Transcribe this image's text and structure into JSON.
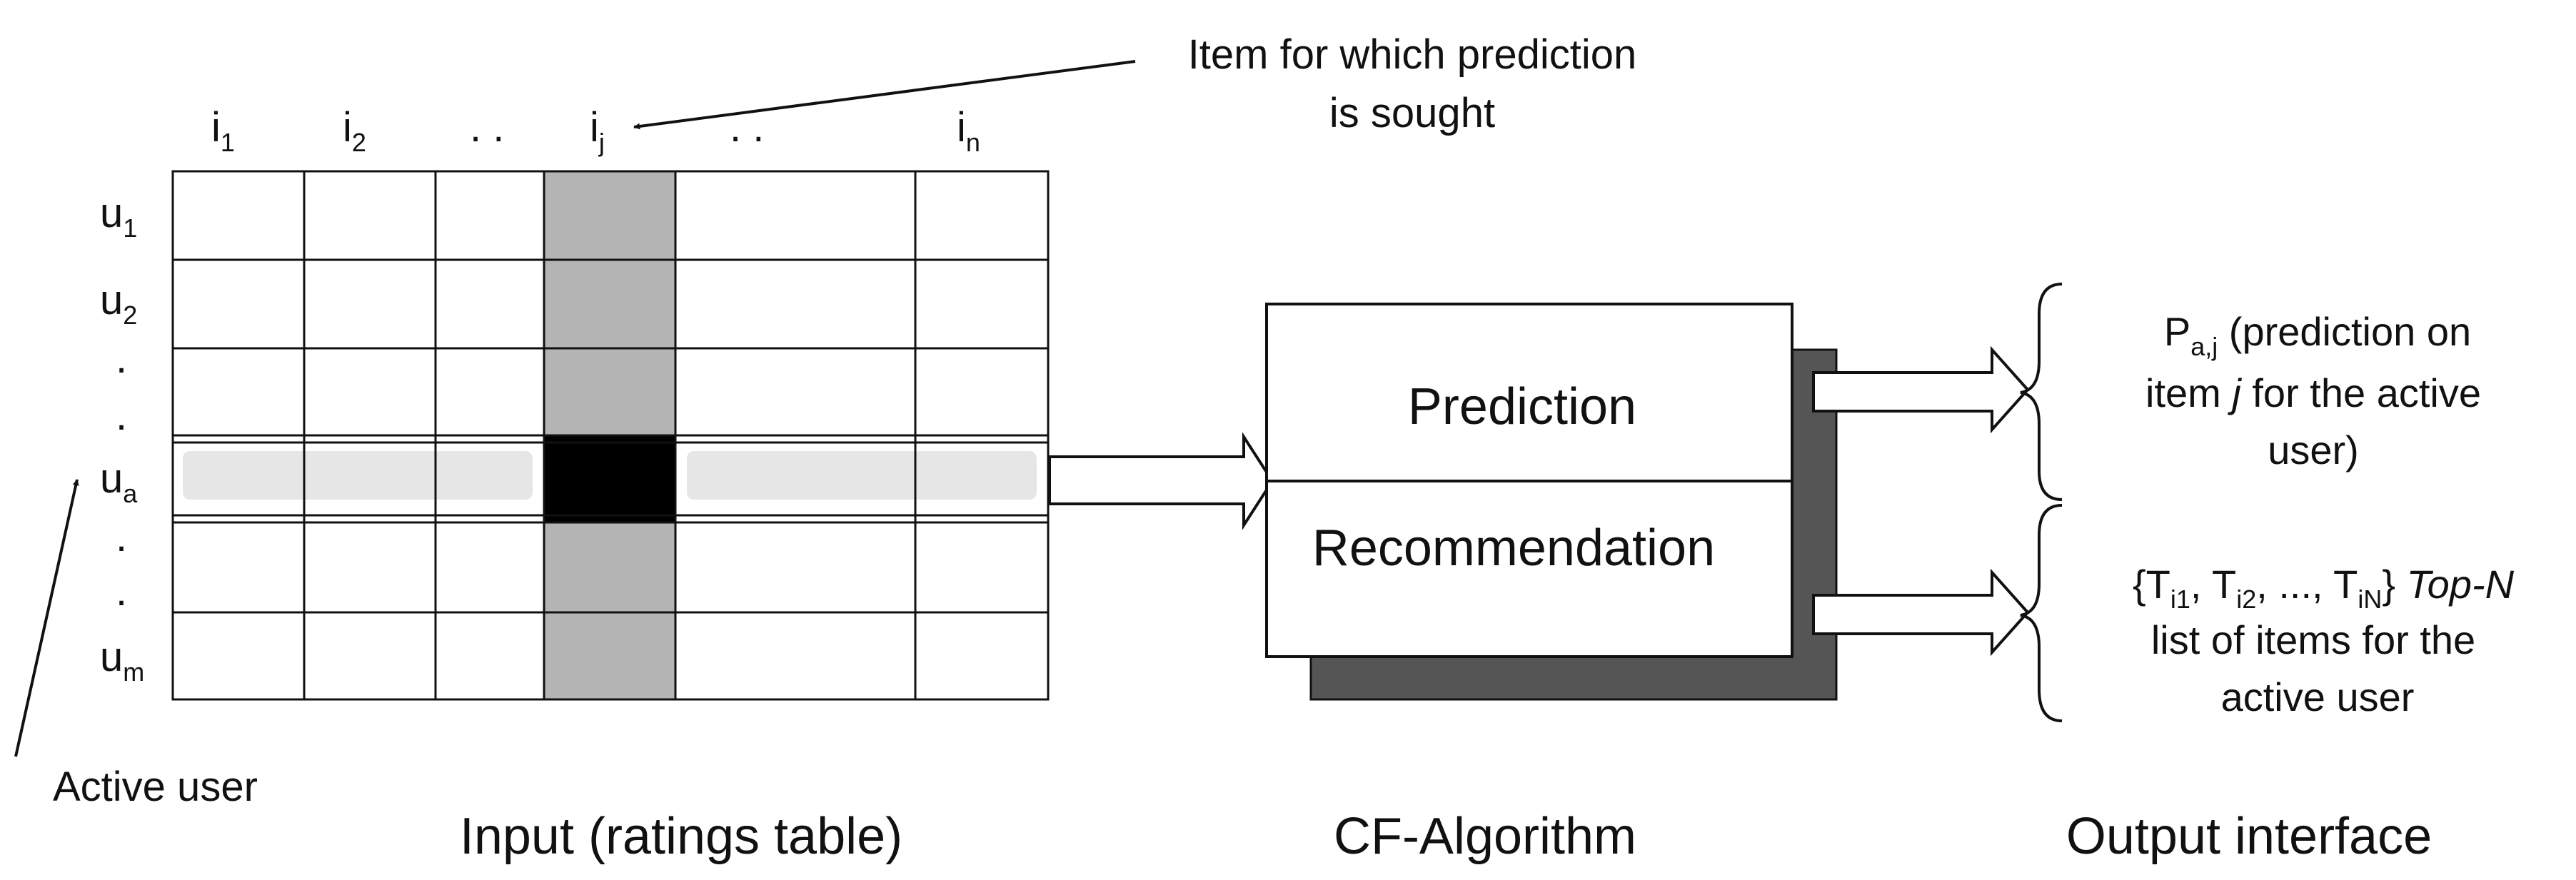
{
  "columns": [
    {
      "base": "i",
      "sub": "1"
    },
    {
      "base": "i",
      "sub": "2"
    },
    {
      "base": ". .",
      "sub": ""
    },
    {
      "base": "i",
      "sub": "j"
    },
    {
      "base": ". .",
      "sub": ""
    },
    {
      "base": "i",
      "sub": "n"
    }
  ],
  "rows": [
    {
      "base": "u",
      "sub": "1"
    },
    {
      "base": "u",
      "sub": "2"
    },
    {
      "base": ".",
      "sub": ""
    },
    {
      "base": ".",
      "sub": ""
    },
    {
      "base": "u",
      "sub": "a"
    },
    {
      "base": ".",
      "sub": ""
    },
    {
      "base": ".",
      "sub": ""
    },
    {
      "base": "u",
      "sub": "m"
    }
  ],
  "item_annotation": [
    "Item for which prediction",
    "is sought"
  ],
  "active_user_label": "Active user",
  "captions": {
    "input": "Input (ratings table)",
    "algorithm": "CF-Algorithm",
    "output": "Output interface"
  },
  "algorithm_box": {
    "prediction": "Prediction",
    "recommendation": "Recommendation"
  },
  "outputs": {
    "prediction": {
      "p": "P",
      "p_sub": "a,j",
      "line1_rest": " (prediction on",
      "line2_a": "item ",
      "line2_j": "j",
      "line2_b": " for the active",
      "line3": "user)"
    },
    "recommendation": {
      "open": "{T",
      "s1": "i1",
      "m1": ", T",
      "s2": "i2",
      "m2": ", ..., T",
      "s3": "iN",
      "close": "} ",
      "topn": "Top-N",
      "line2": "list of items for the",
      "line3": "active user"
    }
  },
  "colors": {
    "highlight_column": "#b4b4b4",
    "active_cell": "#000000",
    "active_row_fill": "#e6e6e6",
    "box_shadow": "#555555"
  }
}
